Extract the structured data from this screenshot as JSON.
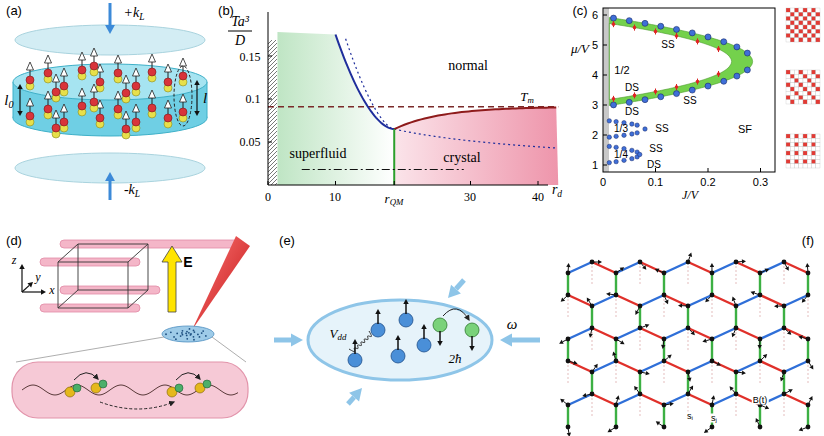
{
  "diagram": {
    "labels": [
      "(a)",
      "+kL",
      "l0",
      "l",
      "-kL",
      "(b)",
      "Ta³",
      "D",
      "0.15",
      "0.1",
      "0.05",
      "0",
      "10",
      "rQM",
      "30",
      "40",
      "rd",
      "normal",
      "superfluid",
      "crystal",
      "Tm",
      "(c)",
      "μ/V",
      "6",
      "5",
      "4",
      "3",
      "2",
      "1",
      "0",
      "0.1",
      "0.2",
      "0.3",
      "J/V",
      "1/2",
      "SS",
      "DS",
      "SS",
      "1/3",
      "DS",
      "SS",
      "1/4",
      "DS",
      "SS",
      "SF",
      "(d)",
      "z",
      "y",
      "x",
      "E",
      "(e)",
      "Vdd",
      "ω",
      "2ħ",
      "(f)",
      "B(t)",
      "si",
      "sj"
    ]
  }
}
